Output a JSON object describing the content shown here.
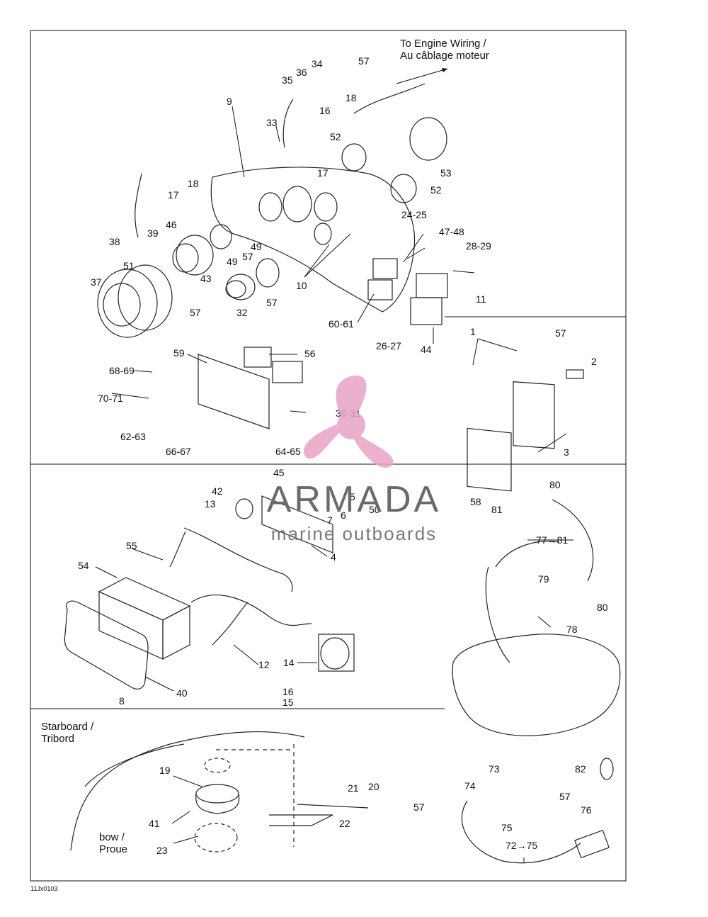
{
  "header": {
    "engine_wiring_line1": "To Engine Wiring /",
    "engine_wiring_line2": "Au câblage moteur"
  },
  "bottom_panel": {
    "starboard_line1": "Starboard /",
    "starboard_line2": "Tribord",
    "bow_line1": "bow /",
    "bow_line2": "Proue"
  },
  "watermark": {
    "title": "ARMADA",
    "subtitle": "marine outboards",
    "color": "#e7a3c6"
  },
  "figure_code": "11Jx0103",
  "callouts": {
    "c9": "9",
    "c34": "34",
    "c57a": "57",
    "c35": "35",
    "c36": "36",
    "c33": "33",
    "c18a": "18",
    "c16a": "16",
    "c52a": "52",
    "c53": "53",
    "c17a": "17",
    "c52b": "52",
    "c17b": "17",
    "c18b": "18",
    "c24_25": "24-25",
    "c47_48": "47-48",
    "c28_29": "28-29",
    "c38": "38",
    "c39": "39",
    "c46": "46",
    "c49a": "49",
    "c57b": "57",
    "c49b": "49",
    "c51": "51",
    "c43": "43",
    "c37": "37",
    "c57c": "57",
    "c10": "10",
    "c32": "32",
    "c57d": "57",
    "c11": "11",
    "c60_61": "60-61",
    "c26_27": "26-27",
    "c44": "44",
    "c1": "1",
    "c57e": "57",
    "c2": "2",
    "c3": "3",
    "c59": "59",
    "c56": "56",
    "c68_69": "68-69",
    "c70_71": "70-71",
    "c30_31": "30-31",
    "c62_63": "62-63",
    "c66_67": "66-67",
    "c64_65": "64-65",
    "c45": "45",
    "c42": "42",
    "c13": "13",
    "c5": "5",
    "c7": "7",
    "c6": "6",
    "c50": "50",
    "c4": "4",
    "c55": "55",
    "c54": "54",
    "c12": "12",
    "c14": "14",
    "c16b": "16",
    "c15": "15",
    "c8": "8",
    "c40": "40",
    "c80a": "80",
    "c58": "58",
    "c81": "81",
    "c77_81": "77→81",
    "c79": "79",
    "c80b": "80",
    "c78": "78",
    "c19": "19",
    "c21": "21",
    "c20": "20",
    "c57f": "57",
    "c22": "22",
    "c41": "41",
    "c23": "23",
    "c82": "82",
    "c73": "73",
    "c74": "74",
    "c57g": "57",
    "c75": "75",
    "c76": "76",
    "c72_75": "72→75"
  }
}
